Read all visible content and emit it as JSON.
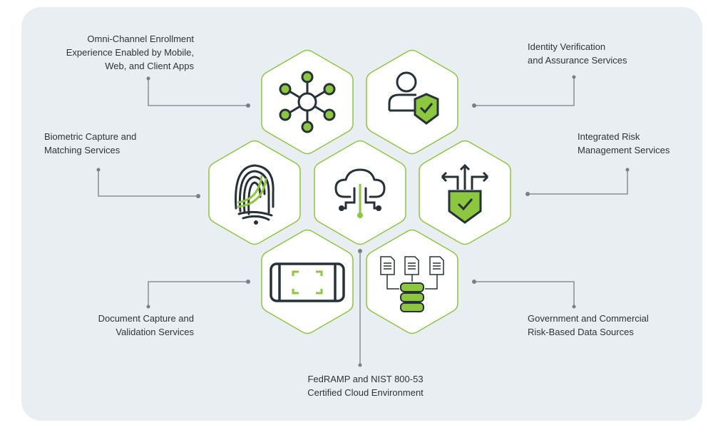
{
  "labels": {
    "omni": [
      "Omni-Channel Enrollment",
      "Experience Enabled by Mobile,",
      "Web, and Client Apps"
    ],
    "identity": [
      "Identity Verification",
      "and Assurance Services"
    ],
    "biometric": [
      "Biometric Capture and",
      "Matching Services"
    ],
    "risk": [
      "Integrated Risk",
      "Management Services"
    ],
    "document": [
      "Document Capture and",
      "Validation Services"
    ],
    "government": [
      "Government and Commercial",
      "Risk-Based Data Sources"
    ],
    "fedramp": [
      "FedRAMP and NIST 800-53",
      "Certified Cloud Environment"
    ]
  },
  "colors": {
    "accent": "#8dc63f",
    "icon": "#263238",
    "background": "#e9eef3",
    "line": "#7a7f85"
  }
}
